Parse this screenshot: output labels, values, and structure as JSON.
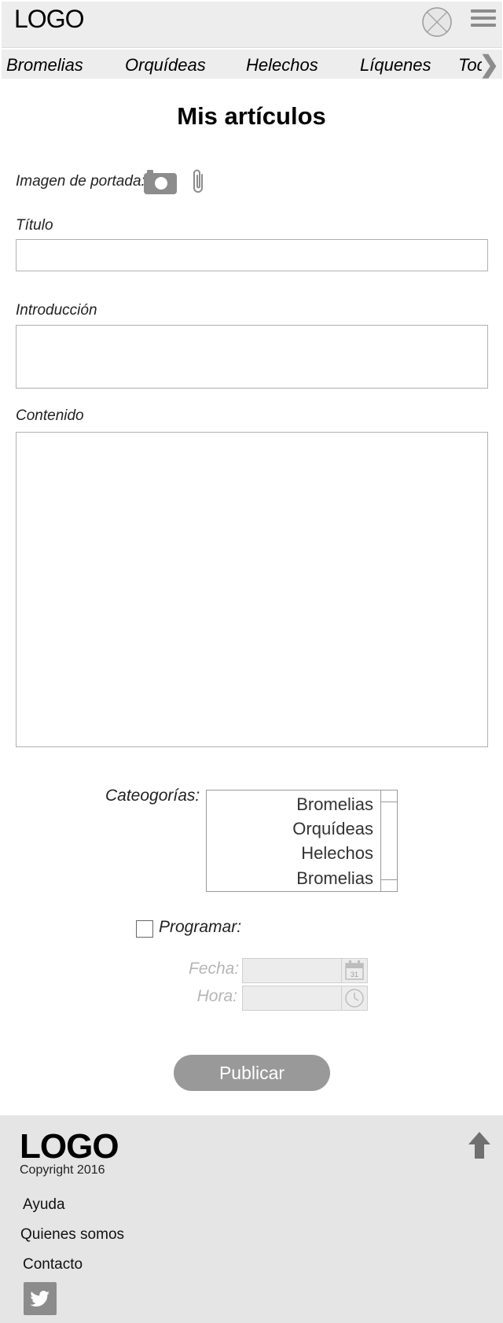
{
  "header": {
    "logo": "LOGO"
  },
  "nav": {
    "items": [
      "Bromelias",
      "Orquídeas",
      "Helechos",
      "Líquenes",
      "Todas"
    ],
    "arrow": "❯"
  },
  "page": {
    "title": "Mis artículos"
  },
  "form": {
    "cover_label": "Imagen de portada:",
    "title_label": "Título",
    "title_value": "",
    "intro_label": "Introducción",
    "intro_value": "",
    "content_label": "Contenido",
    "content_value": "",
    "categories_label": "Cateogorías:",
    "categories": [
      "Bromelias",
      "Orquídeas",
      "Helechos",
      "Bromelias"
    ],
    "schedule_label": "Programar:",
    "date_label": "Fecha:",
    "time_label": "Hora:",
    "calendar_day": "31",
    "publish_label": "Publicar"
  },
  "footer": {
    "logo": "LOGO",
    "copyright": "Copyright 2016",
    "links": [
      "Ayuda",
      "Quienes somos",
      "Contacto"
    ]
  },
  "colors": {
    "bar_bg": "#ededed",
    "footer_bg": "#e5e5e5",
    "button_bg": "#999999",
    "icon_gray": "#8c8c8c"
  }
}
